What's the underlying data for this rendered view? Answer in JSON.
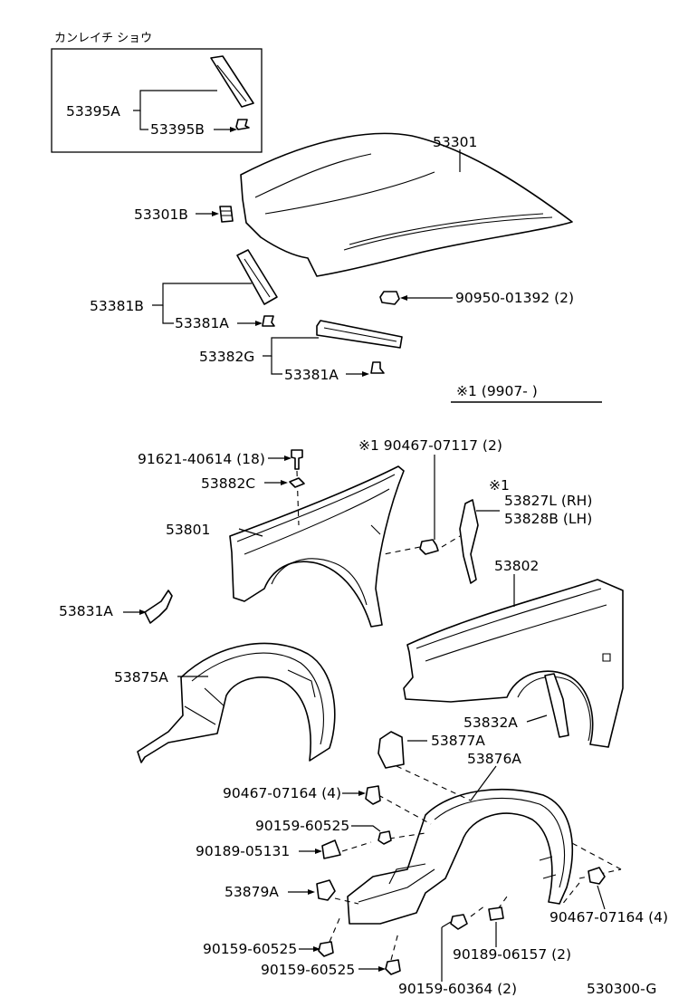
{
  "kit_box": {
    "title": "カンレイチ ショウ"
  },
  "labels": {
    "kit_part_a": "53395A",
    "kit_part_b": "53395B",
    "hood": "53301",
    "hood_cushion": "53301B",
    "hood_seal": "53381B",
    "hood_seal_clip": "53381A",
    "clip_90950": "90950-01392 (2)",
    "hood_seal_2": "53382G",
    "hood_seal_clip_2": "53381A",
    "note_header": "※1 (9907-      )",
    "bolt_91621": "91621-40614 (18)",
    "washer_53882C": "53882C",
    "fender_53801": "53801",
    "note_90467_07117": "※1  90467-07117 (2)",
    "note_mark": "※1",
    "bracket_rh": "53827L (RH)",
    "bracket_lh": "53828B (LH)",
    "fender_53802": "53802",
    "bracket_53831A": "53831A",
    "liner_53875A": "53875A",
    "bracket_53832A": "53832A",
    "bracket_53877A": "53877A",
    "liner_53876A": "53876A",
    "clip_90467_07164_a": "90467-07164 (4)",
    "screw_90159_60525_a": "90159-60525",
    "nut_90189_05131": "90189-05131",
    "bracket_53879A": "53879A",
    "clip_90467_07164_b": "90467-07164 (4)",
    "screw_90159_60525_b": "90159-60525",
    "nut_90189_06157": "90189-06157 (2)",
    "screw_90159_60525_c": "90159-60525",
    "screw_90159_60364": "90159-60364 (2)",
    "figure_code": "530300-G"
  }
}
